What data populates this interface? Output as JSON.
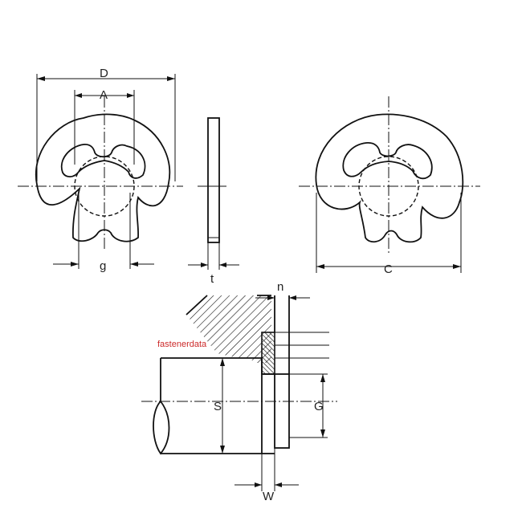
{
  "labels": {
    "D": "D",
    "A": "A",
    "g": "g",
    "t": "t",
    "C": "C",
    "n": "n",
    "S": "S",
    "G": "G",
    "W": "W"
  },
  "watermark": "fastenerdata",
  "colors": {
    "line": "#111111",
    "background": "#ffffff",
    "watermark": "#cc2a2a"
  }
}
